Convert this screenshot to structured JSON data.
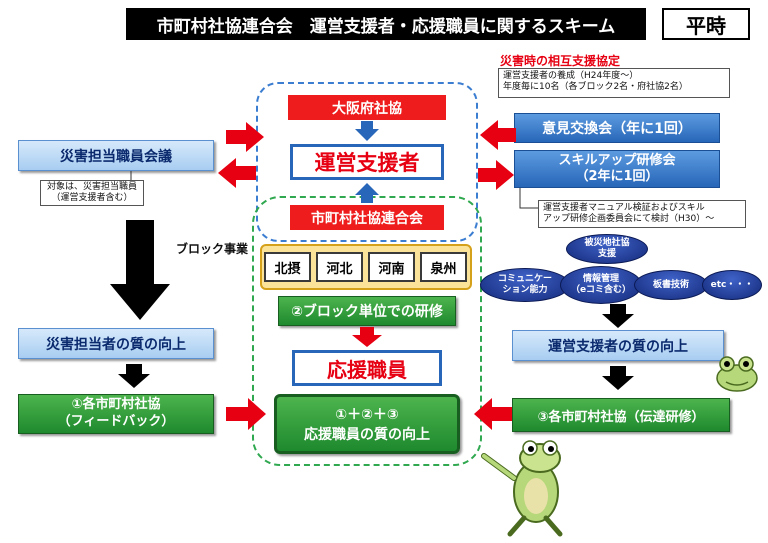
{
  "header": {
    "title": "市町村社協連合会　運営支援者・応援職員に関するスキーム",
    "mode": "平時"
  },
  "left": {
    "meeting": "災害担当職員会議",
    "meeting_note_l1": "対象は、災害担当職員",
    "meeting_note_l2": "（運営支援者含む）",
    "quality": "災害担当者の質の向上",
    "feedback_l1": "①各市町村社協",
    "feedback_l2": "（フィードバック）"
  },
  "center": {
    "osaka": "大阪府社協",
    "supporter": "運営支援者",
    "federation": "市町村社協連合会",
    "block_label": "ブロック事業",
    "blocks": [
      "北摂",
      "河北",
      "河南",
      "泉州"
    ],
    "block_training": "②ブロック単位での研修",
    "staff": "応援職員",
    "result_l1": "①＋②＋③",
    "result_l2": "応援職員の質の向上"
  },
  "right": {
    "agreement": "災害時の相互支援協定",
    "agreement_note_l1": "運営支援者の養成（H24年度～）",
    "agreement_note_l2": "年度毎に10名（各ブロック2名・府社協2名）",
    "exchange": "意見交換会（年に1回）",
    "skillup_l1": "スキルアップ研修会",
    "skillup_l2": "（2年に1回）",
    "skillup_note_l1": "運営支援者マニュアル検証およびスキル",
    "skillup_note_l2": "アップ研修企画委員会にて検討（H30）～",
    "topics": {
      "support_l1": "被災地社協",
      "support_l2": "支援",
      "comm_l1": "コミュニケー",
      "comm_l2": "ション能力",
      "info_l1": "情報管理",
      "info_l2": "（eコミ含む）",
      "board": "板書技術",
      "etc": "etc・・・"
    },
    "quality": "運営支援者の質の向上",
    "transmit": "③各市町村社協（伝達研修）"
  },
  "colors": {
    "arrow_red": "#e60012",
    "dash_blue": "#3b7dd0",
    "dash_green": "#2fa84f",
    "green": "#1e8a2e",
    "blue": "#2766b8"
  }
}
